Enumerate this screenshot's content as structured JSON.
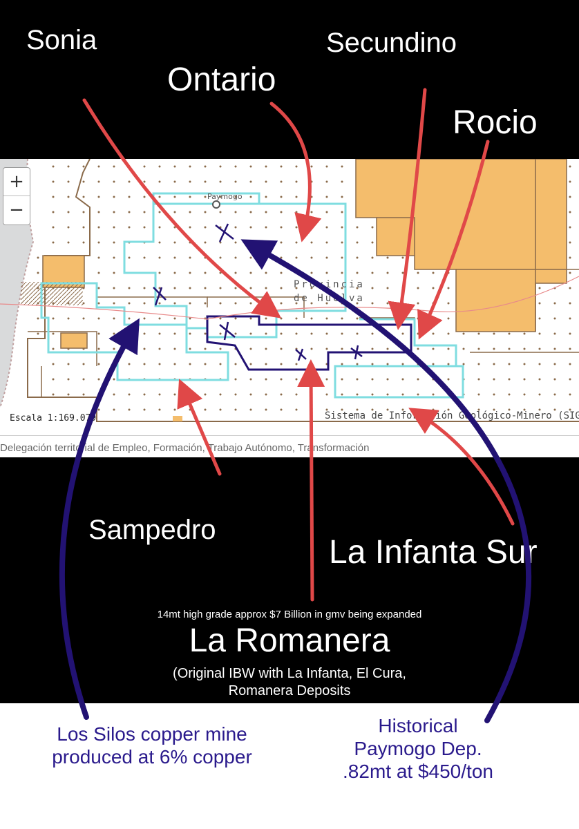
{
  "labels": {
    "sonia": "Sonia",
    "ontario": "Ontario",
    "secundino": "Secundino",
    "rocio": "Rocio",
    "sampedro": "Sampedro",
    "la_infanta_sur": "La Infanta Sur"
  },
  "map": {
    "zoom_in": "+",
    "zoom_out": "−",
    "town": "Paymogo",
    "province_line1": "Provincia",
    "province_line2": "de Huelva",
    "scale": "Escala 1:169.079",
    "source": "Sistema de Información Geológico-Minero (SIGM)",
    "footer": "Delegación territorial de Empleo, Formación, Trabajo Autónomo, Transformación"
  },
  "romanera": {
    "summary": "14mt high grade approx $7 Billion in gmv being expanded",
    "title": "La Romanera",
    "subtitle_line1": "(Original IBW with La Infanta, El Cura,",
    "subtitle_line2": "Romanera Deposits"
  },
  "notes": {
    "los_silos_line1": "Los Silos copper mine",
    "los_silos_line2": "produced at 6% copper",
    "paymogo_line1": "Historical",
    "paymogo_line2": "Paymogo Dep.",
    "paymogo_line3": ".82mt at $450/ton"
  },
  "colors": {
    "red_arrow": "#e04848",
    "navy_arrow": "#221273",
    "cyan_outline": "#7fdde0",
    "brown_grid": "#8a6a4a",
    "orange_fill": "#f4bd6c",
    "note_text": "#2a1a8c"
  }
}
